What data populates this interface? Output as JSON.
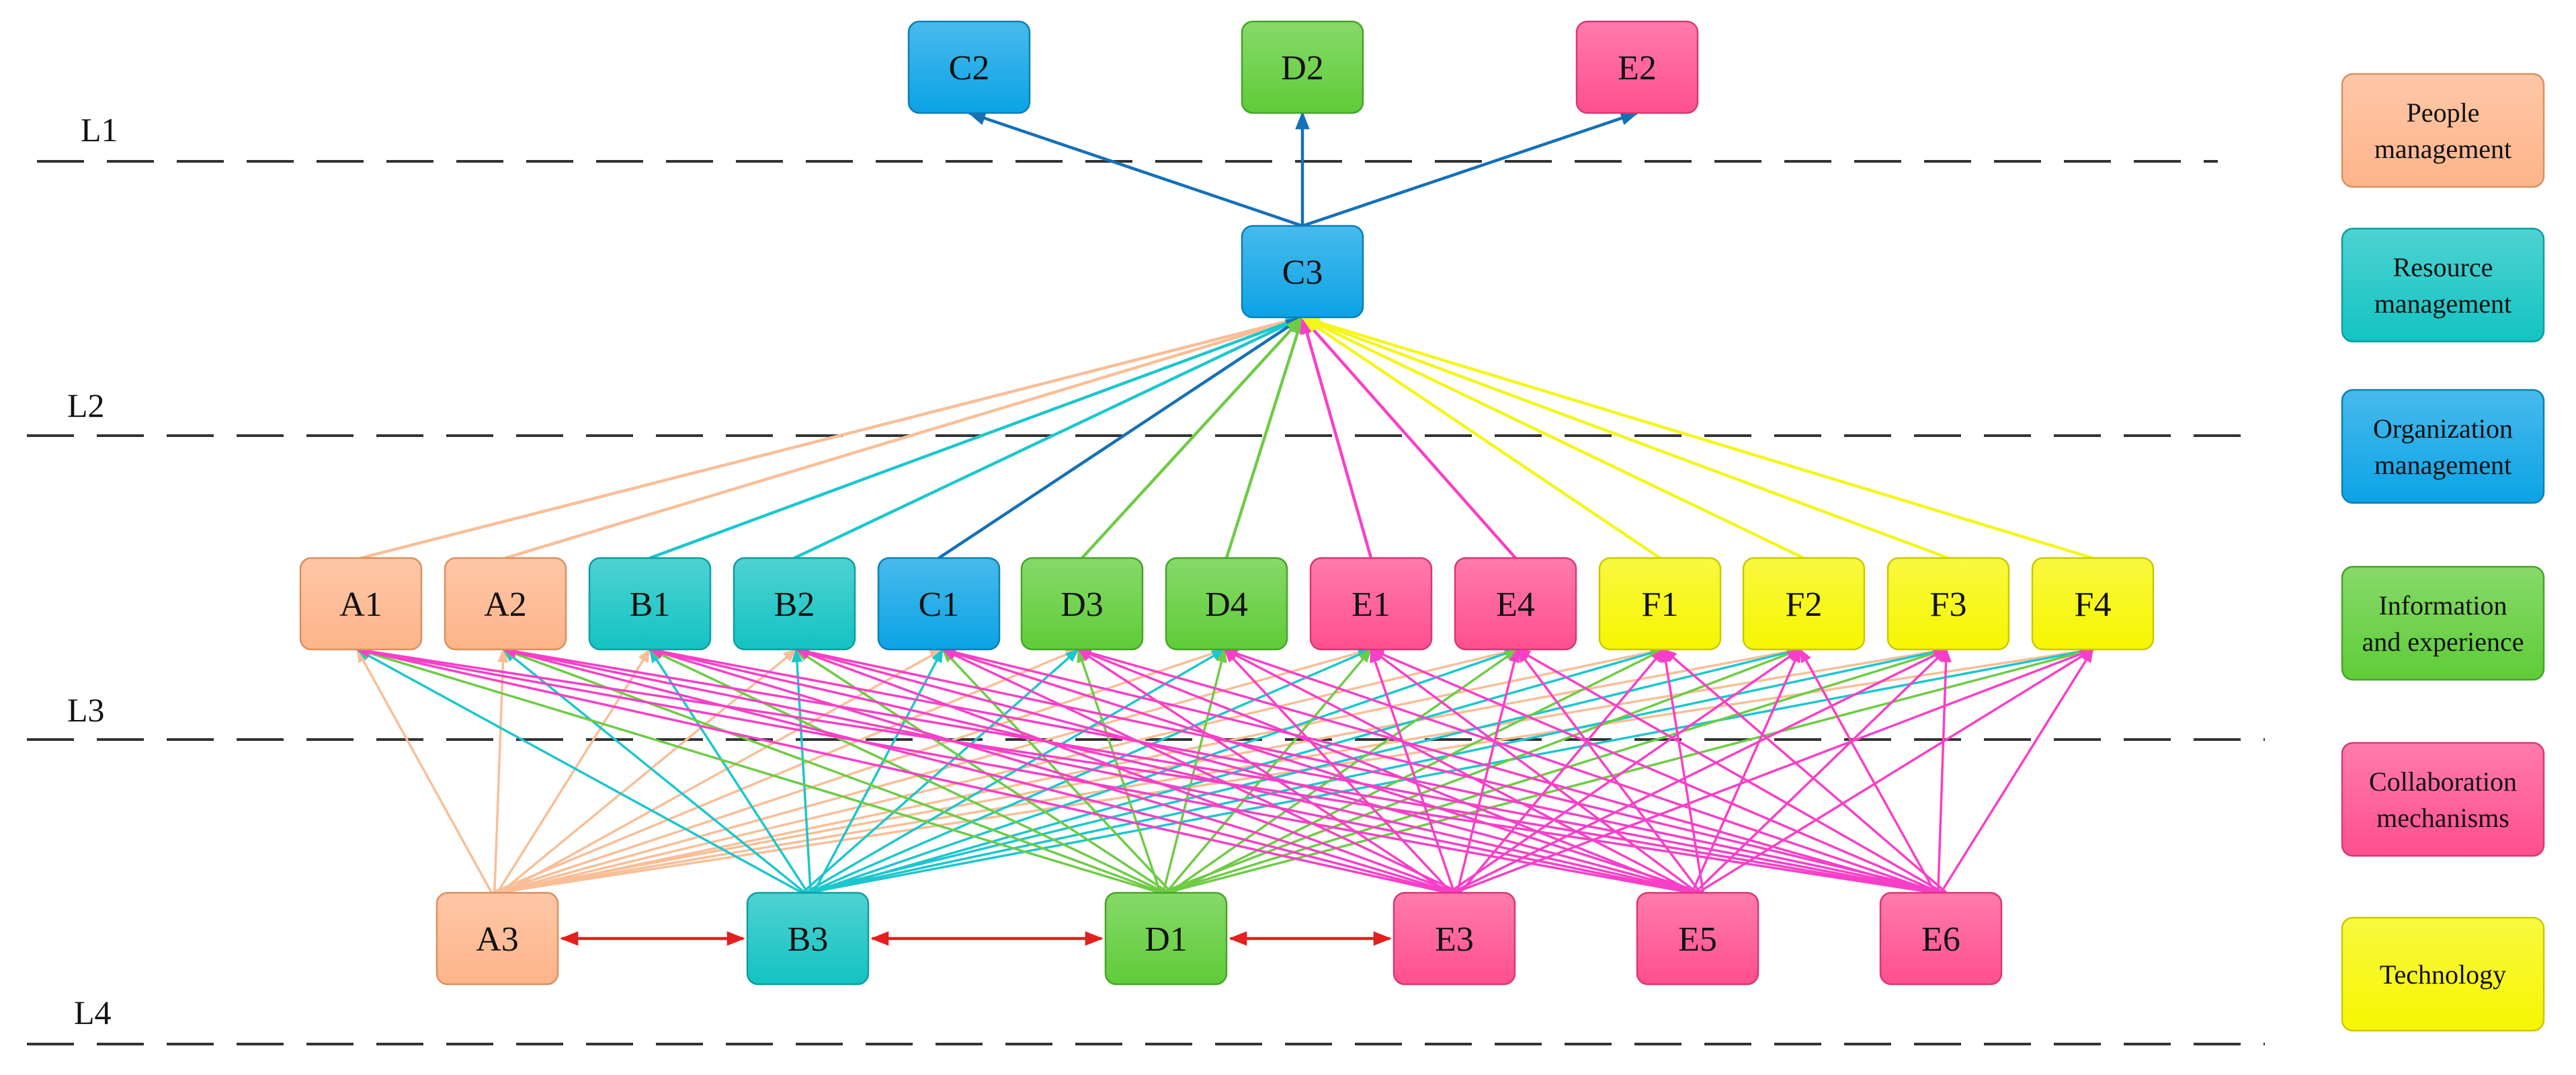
{
  "levels": [
    {
      "id": "L1",
      "label": "L1"
    },
    {
      "id": "L2",
      "label": "L2"
    },
    {
      "id": "L3",
      "label": "L3"
    },
    {
      "id": "L4",
      "label": "L4"
    }
  ],
  "categories": [
    {
      "id": "A",
      "lines": [
        "People",
        "management"
      ],
      "color": "#FDB48A",
      "stroke": "#D9905F"
    },
    {
      "id": "B",
      "lines": [
        "Resource",
        "management"
      ],
      "color": "#13C3C3",
      "stroke": "#0F9E9E"
    },
    {
      "id": "C",
      "lines": [
        "Organization",
        "management"
      ],
      "color": "#0BA3E6",
      "stroke": "#0A7FB8"
    },
    {
      "id": "D",
      "lines": [
        "Information",
        "and experience"
      ],
      "color": "#5FCC38",
      "stroke": "#45A526"
    },
    {
      "id": "E",
      "lines": [
        "Collaboration",
        "mechanisms"
      ],
      "color": "#FF4F8F",
      "stroke": "#D93775"
    },
    {
      "id": "F",
      "lines": [
        "Technology"
      ],
      "color": "#F6F600",
      "stroke": "#C9C900"
    }
  ],
  "nodes": [
    {
      "id": "C2",
      "label": "C2",
      "cat": "C",
      "row": 1
    },
    {
      "id": "D2",
      "label": "D2",
      "cat": "D",
      "row": 1
    },
    {
      "id": "E2",
      "label": "E2",
      "cat": "E",
      "row": 1
    },
    {
      "id": "C3",
      "label": "C3",
      "cat": "C",
      "row": 2
    },
    {
      "id": "A1",
      "label": "A1",
      "cat": "A",
      "row": 3
    },
    {
      "id": "A2",
      "label": "A2",
      "cat": "A",
      "row": 3
    },
    {
      "id": "B1",
      "label": "B1",
      "cat": "B",
      "row": 3
    },
    {
      "id": "B2",
      "label": "B2",
      "cat": "B",
      "row": 3
    },
    {
      "id": "C1",
      "label": "C1",
      "cat": "C",
      "row": 3
    },
    {
      "id": "D3",
      "label": "D3",
      "cat": "D",
      "row": 3
    },
    {
      "id": "D4",
      "label": "D4",
      "cat": "D",
      "row": 3
    },
    {
      "id": "E1",
      "label": "E1",
      "cat": "E",
      "row": 3
    },
    {
      "id": "E4",
      "label": "E4",
      "cat": "E",
      "row": 3
    },
    {
      "id": "F1",
      "label": "F1",
      "cat": "F",
      "row": 3
    },
    {
      "id": "F2",
      "label": "F2",
      "cat": "F",
      "row": 3
    },
    {
      "id": "F3",
      "label": "F3",
      "cat": "F",
      "row": 3
    },
    {
      "id": "F4",
      "label": "F4",
      "cat": "F",
      "row": 3
    },
    {
      "id": "A3",
      "label": "A3",
      "cat": "A",
      "row": 4
    },
    {
      "id": "B3",
      "label": "B3",
      "cat": "B",
      "row": 4
    },
    {
      "id": "D1",
      "label": "D1",
      "cat": "D",
      "row": 4
    },
    {
      "id": "E3",
      "label": "E3",
      "cat": "E",
      "row": 4
    },
    {
      "id": "E5",
      "label": "E5",
      "cat": "E",
      "row": 4
    },
    {
      "id": "E6",
      "label": "E6",
      "cat": "E",
      "row": 4
    }
  ],
  "edge_colors": {
    "A": "#F9BE97",
    "B": "#1DC6CE",
    "C": "#1570B8",
    "D": "#6ECB45",
    "E": "#F83FC8",
    "F": "#F5F51A",
    "link": "#E51E1E"
  },
  "top_edges": [
    {
      "from": "C3",
      "to": "C2"
    },
    {
      "from": "C3",
      "to": "D2"
    },
    {
      "from": "C3",
      "to": "E2"
    }
  ],
  "mid_edges": [
    {
      "from": "A1",
      "to": "C3"
    },
    {
      "from": "A2",
      "to": "C3"
    },
    {
      "from": "B1",
      "to": "C3"
    },
    {
      "from": "B2",
      "to": "C3"
    },
    {
      "from": "C1",
      "to": "C3"
    },
    {
      "from": "D3",
      "to": "C3"
    },
    {
      "from": "D4",
      "to": "C3"
    },
    {
      "from": "E1",
      "to": "C3"
    },
    {
      "from": "E4",
      "to": "C3"
    },
    {
      "from": "F1",
      "to": "C3"
    },
    {
      "from": "F2",
      "to": "C3"
    },
    {
      "from": "F3",
      "to": "C3"
    },
    {
      "from": "F4",
      "to": "C3"
    }
  ],
  "bottom_sources": [
    "A3",
    "B3",
    "D1",
    "E3",
    "E5",
    "E6"
  ],
  "bottom_targets": [
    "A1",
    "A2",
    "B1",
    "B2",
    "C1",
    "D3",
    "D4",
    "E1",
    "E4",
    "F1",
    "F2",
    "F3",
    "F4"
  ],
  "bidirectional_links": [
    {
      "a": "A3",
      "b": "B3"
    },
    {
      "a": "B3",
      "b": "D1"
    },
    {
      "a": "D1",
      "b": "E3"
    }
  ]
}
